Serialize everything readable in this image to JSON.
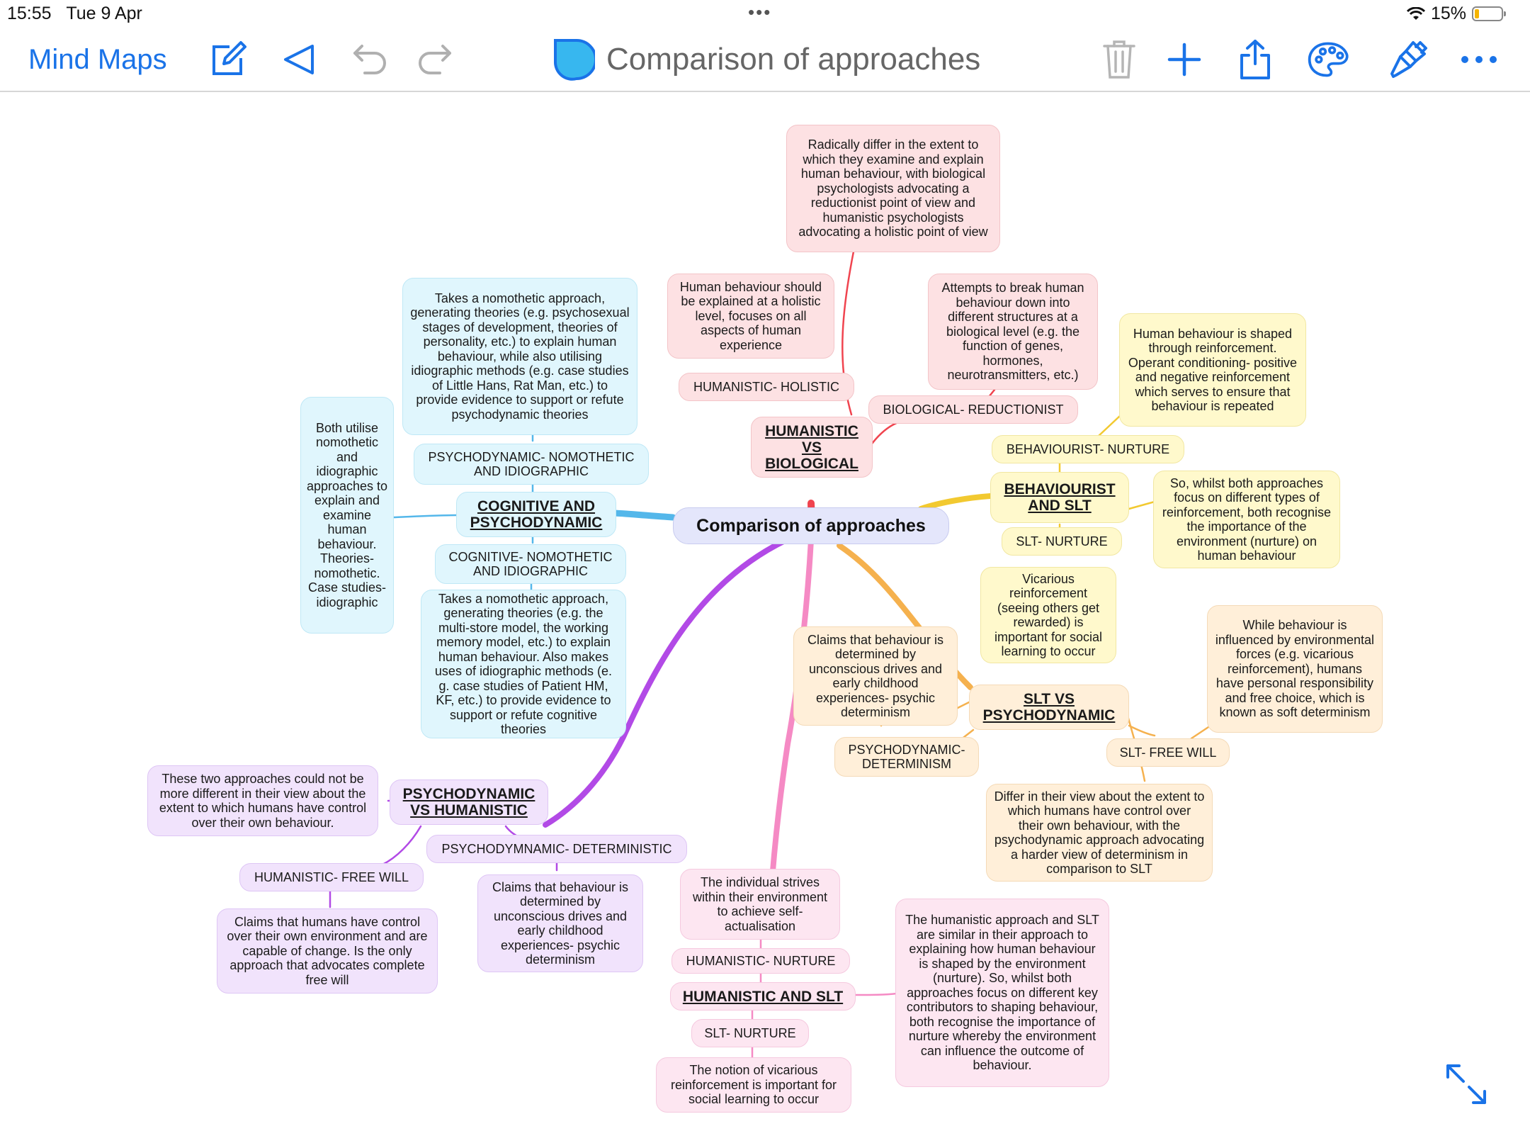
{
  "status_bar": {
    "time": "15:55",
    "date": "Tue 9 Apr",
    "battery_text": "15%"
  },
  "toolbar": {
    "back_label": "Mind Maps",
    "title": "Comparison of approaches",
    "accent": "#1a73e8",
    "icons": [
      "compose-icon",
      "send-icon",
      "undo-icon",
      "redo-icon",
      "document-icon",
      "trash-icon",
      "plus-icon",
      "share-icon",
      "palette-icon",
      "brush-icon",
      "more-icon"
    ]
  },
  "map": {
    "center": "Comparison of approaches",
    "branches": {
      "hum_bio": {
        "color": "#f0444f",
        "topic": "HUMANISTIC VS BIOLOGICAL",
        "top_note": "Radically differ in the extent to which they examine and explain human behaviour, with biological psychologists advocating a reductionist point of view and humanistic psychologists advocating a holistic point of view",
        "left_label": "HUMANISTIC- HOLISTIC",
        "left_note": "Human behaviour should be explained at a holistic level, focuses on all aspects of human experience",
        "right_label": "BIOLOGICAL- REDUCTIONIST",
        "right_note": "Attempts to break human behaviour down into different structures at a biological level (e.g. the function of genes, hormones, neurotransmitters, etc.)"
      },
      "cog_psy": {
        "color": "#54b7ea",
        "topic": "COGNITIVE AND PSYCHODYNAMIC",
        "side_note": "Both utilise nomothetic and idiographic approaches to explain and examine human behaviour. Theories- nomothetic. Case studies- idiographic",
        "psy_label": "PSYCHODYNAMIC- NOMOTHETIC AND IDIOGRAPHIC",
        "psy_note": "Takes a nomothetic approach, generating theories (e.g. psychosexual stages of development, theories of personality, etc.) to explain human behaviour, while also utilising idiographic methods (e.g. case studies of Little Hans, Rat Man, etc.) to provide evidence to support or refute psychodynamic theories",
        "cog_label": "COGNITIVE- NOMOTHETIC AND IDIOGRAPHIC",
        "cog_note": "Takes a nomothetic approach, generating theories (e.g. the multi-store model, the working memory model, etc.) to explain human behaviour. Also makes uses of idiographic methods (e. g. case studies of Patient HM, KF, etc.) to provide evidence to support or refute cognitive theories"
      },
      "beh_slt": {
        "color": "#f2c930",
        "topic": "BEHAVIOURIST AND SLT",
        "beh_label": "BEHAVIOURIST- NURTURE",
        "beh_note": "Human behaviour is shaped through reinforcement. Operant conditioning- positive and negative reinforcement which serves to ensure that behaviour is repeated",
        "right_note": "So, whilst both approaches focus on different types of reinforcement, both recognise the importance of the environment (nurture) on human behaviour",
        "slt_label": "SLT- NURTURE",
        "slt_note": "Vicarious reinforcement (seeing others get rewarded) is important for social learning to occur"
      },
      "slt_psy": {
        "color": "#f5b14e",
        "topic": "SLT VS PSYCHODYNAMIC",
        "left_note": "Claims that behaviour is determined by unconscious drives and early childhood experiences- psychic determinism",
        "left_label": "PSYCHODYNAMIC- DETERMINISM",
        "right_label": "SLT- FREE WILL",
        "right_note": "While behaviour is influenced by environmental forces (e.g. vicarious reinforcement), humans have personal responsibility and free choice, which is known as soft determinism",
        "bottom_note": "Differ in their view about the extent to which humans have control over their own behaviour, with the psychodynamic approach advocating a harder view of determinism in comparison to SLT"
      },
      "psy_hum": {
        "color": "#b24ae6",
        "topic": "PSYCHODYNAMIC VS HUMANISTIC",
        "left_note": "These two approaches could not be more different in their view about the extent to which humans have control over their own behaviour.",
        "psy_label": "PSYCHODYMNAMIC- DETERMINISTIC",
        "psy_note": "Claims that behaviour is determined by unconscious drives and early childhood experiences- psychic determinism",
        "hum_label": "HUMANISTIC- FREE WILL",
        "hum_note": "Claims that humans have control over their own environment and are capable of change. Is the only approach that advocates complete free will"
      },
      "hum_slt": {
        "color": "#f58ac4",
        "topic": "HUMANISTIC AND SLT",
        "top_note": "The individual strives within their environment to achieve self-actualisation",
        "hum_label": "HUMANISTIC- NURTURE",
        "slt_label": "SLT- NURTURE",
        "slt_note": "The notion of vicarious reinforcement is important for social learning to occur",
        "right_note": "The humanistic approach and SLT are similar in their approach to explaining how human behaviour is shaped by the environment (nurture). So, whilst both approaches focus on different key contributors to shaping behaviour, both recognise the importance of nurture whereby the environment can influence the outcome of behaviour."
      }
    }
  }
}
